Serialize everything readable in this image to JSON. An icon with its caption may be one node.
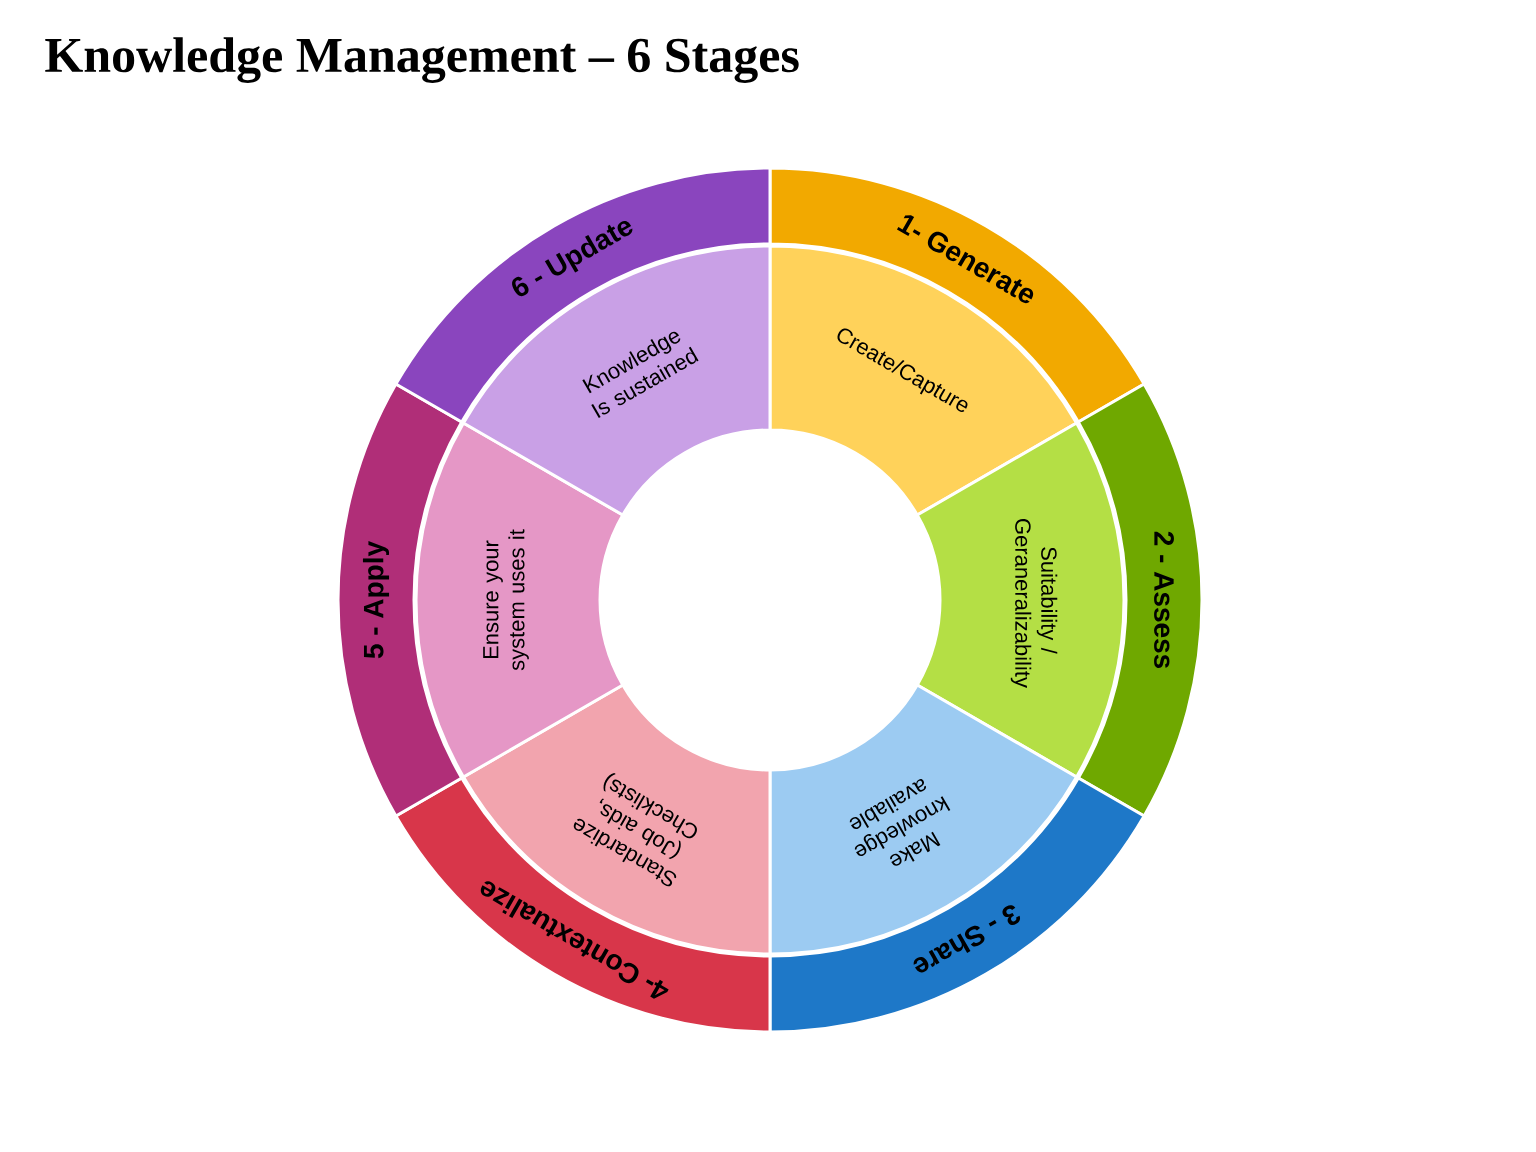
{
  "diagram": {
    "title": "Knowledge Management – 6 Stages",
    "nodes": [
      {
        "text": [
          "1- Generate",
          "Create/Capture"
        ]
      },
      {
        "text": [
          "2 - Assess",
          "Suitability / Geraneralizability"
        ]
      },
      {
        "text": [
          "3 - Share",
          "Make knowledge available"
        ]
      },
      {
        "text": [
          "4- Contextualize",
          "Standardize (Job aids, Checklists)"
        ]
      },
      {
        "text": [
          "5 - Apply",
          "Ensure your system uses it"
        ]
      },
      {
        "text": [
          "6 - Update",
          "Knowledge Is sustained"
        ]
      }
    ]
  }
}
